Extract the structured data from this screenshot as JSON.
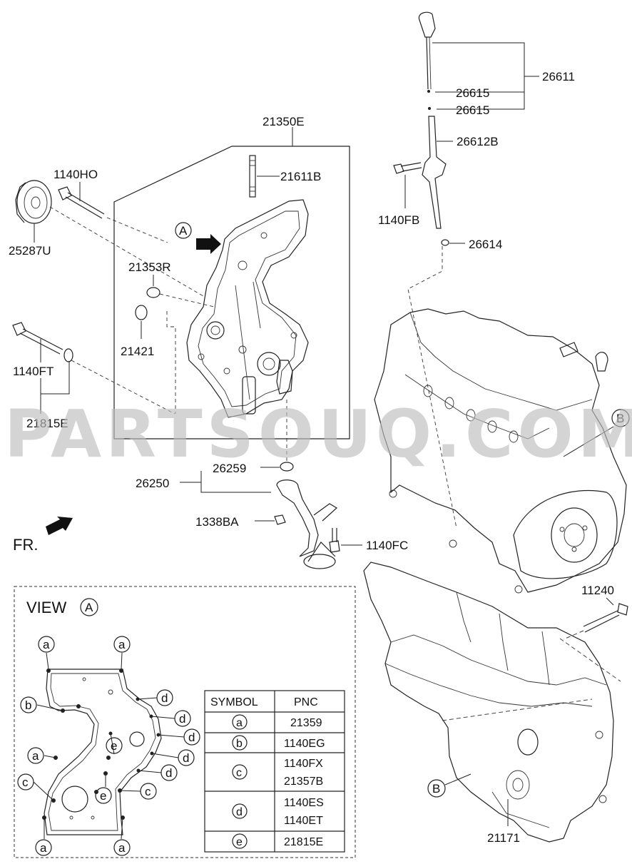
{
  "watermark": "PARTSOUQ.COM",
  "callouts": {
    "p21350E": "21350E",
    "p21611B": "21611B",
    "p1140HO": "1140HO",
    "p25287U": "25287U",
    "p21353R": "21353R",
    "p21421": "21421",
    "p1140FT": "1140FT",
    "p21815E": "21815E",
    "p26611": "26611",
    "p26615a": "26615",
    "p26615b": "26615",
    "p26612B": "26612B",
    "p1140FB": "1140FB",
    "p26614": "26614",
    "p26259": "26259",
    "p26250": "26250",
    "p1338BA": "1338BA",
    "p1140FC": "1140FC",
    "p11240": "11240",
    "p21171": "21171"
  },
  "markers": {
    "A": "A",
    "B": "B"
  },
  "direction": {
    "fr": "FR."
  },
  "view": {
    "title": "VIEW",
    "ref": "A"
  },
  "symbol_letters": {
    "a": "a",
    "b": "b",
    "c": "c",
    "d": "d",
    "e": "e"
  },
  "table": {
    "headers": {
      "symbol": "SYMBOL",
      "pnc": "PNC"
    },
    "rows": [
      {
        "symbol": "a",
        "pnc1": "21359",
        "pnc2": ""
      },
      {
        "symbol": "b",
        "pnc1": "1140EG",
        "pnc2": ""
      },
      {
        "symbol": "c",
        "pnc1": "1140FX",
        "pnc2": "21357B"
      },
      {
        "symbol": "d",
        "pnc1": "1140ES",
        "pnc2": "1140ET"
      },
      {
        "symbol": "e",
        "pnc1": "21815E",
        "pnc2": ""
      }
    ]
  }
}
